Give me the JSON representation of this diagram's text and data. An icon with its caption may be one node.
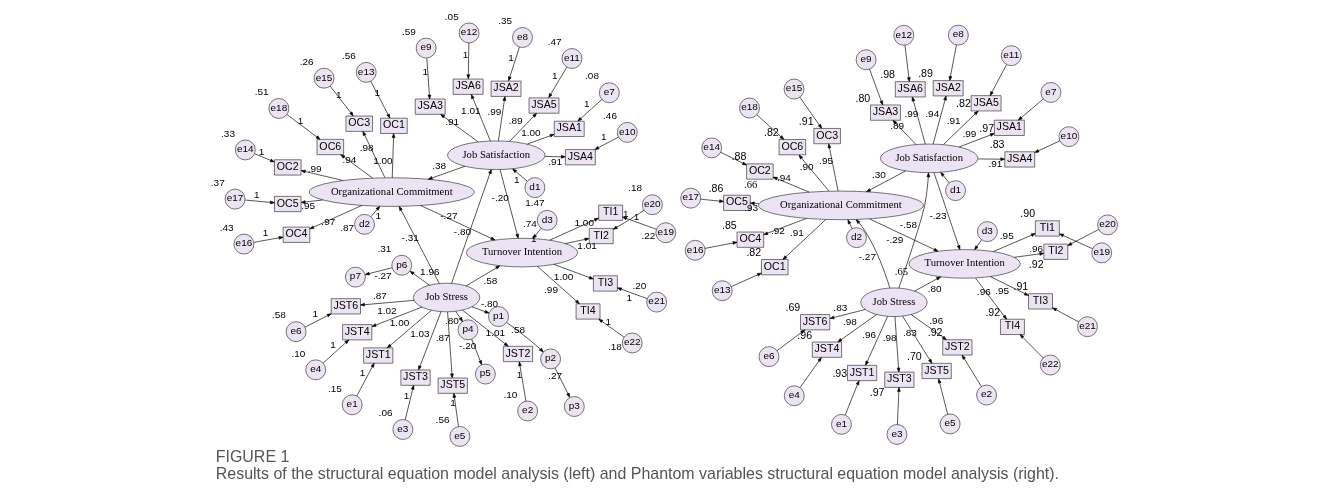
{
  "diagram": {
    "title": "FIGURE 1",
    "caption": "Results of the structural equation model analysis (left) and Phantom variables structural equation model analysis (right).",
    "nodes": [
      {
        "text": [
          "e1"
        ]
      },
      {
        "text": [
          "e2"
        ]
      },
      {
        "text": [
          "e3"
        ]
      },
      {
        "text": [
          "e4"
        ]
      },
      {
        "text": [
          "e5"
        ]
      },
      {
        "text": [
          "e6"
        ]
      },
      {
        "text": [
          "JST1"
        ],
        "beside": [
          ".93"
        ]
      },
      {
        "text": [
          "JST2"
        ],
        "beside": [
          ".92"
        ]
      },
      {
        "text": [
          "JST3"
        ],
        "beside": [
          ".97"
        ]
      },
      {
        "text": [
          "JST4"
        ],
        "beside": [
          ".96"
        ]
      },
      {
        "text": [
          "JST5"
        ],
        "beside": [
          ".70"
        ]
      },
      {
        "text": [
          "JST6"
        ],
        "beside": [
          ".69"
        ]
      },
      {
        "text": [
          "Job Stress"
        ]
      },
      {
        "text": [
          "e7"
        ]
      },
      {
        "text": [
          "e8"
        ]
      },
      {
        "text": [
          "e9"
        ]
      },
      {
        "text": [
          "e10"
        ]
      },
      {
        "text": [
          "e11"
        ]
      },
      {
        "text": [
          "e12"
        ]
      },
      {
        "text": [
          "JSA1"
        ],
        "beside": [
          ".97"
        ]
      },
      {
        "text": [
          "JSA2"
        ],
        "beside": [
          ".89"
        ]
      },
      {
        "text": [
          "JSA3"
        ],
        "beside": [
          ".80"
        ]
      },
      {
        "text": [
          "JSA4"
        ],
        "beside": [
          ".83"
        ]
      },
      {
        "text": [
          "JSA5"
        ],
        "beside": [
          ".82"
        ]
      },
      {
        "text": [
          "JSA6"
        ],
        "beside": [
          ".98"
        ]
      },
      {
        "text": [
          "Job Satisfaction"
        ]
      },
      {
        "text": [
          "d1"
        ]
      },
      {
        "text": [
          "Organizational Commitment"
        ],
        "beside": [
          ".66"
        ]
      },
      {
        "text": [
          "d2"
        ]
      },
      {
        "text": [
          "OC1"
        ],
        "beside": [
          ".82"
        ]
      },
      {
        "text": [
          "OC2"
        ],
        "beside": [
          ".88"
        ]
      },
      {
        "text": [
          "OC3"
        ],
        "beside": [
          ".91"
        ]
      },
      {
        "text": [
          "OC4"
        ],
        "beside": [
          ".85"
        ]
      },
      {
        "text": [
          "OC5"
        ],
        "beside": [
          ".86"
        ]
      },
      {
        "text": [
          "OC6"
        ],
        "beside": [
          ".82"
        ]
      },
      {
        "text": [
          "e13"
        ]
      },
      {
        "text": [
          "e14"
        ]
      },
      {
        "text": [
          "e15"
        ]
      },
      {
        "text": [
          "e16"
        ]
      },
      {
        "text": [
          "e17"
        ]
      },
      {
        "text": [
          "e18"
        ]
      },
      {
        "text": [
          "Turnover Intention"
        ],
        "beside": [
          ".65"
        ]
      },
      {
        "text": [
          "d3"
        ]
      },
      {
        "text": [
          "TI1"
        ],
        "beside": [
          ".90"
        ]
      },
      {
        "text": [
          "TI2"
        ],
        "beside": [
          ".92"
        ]
      },
      {
        "text": [
          "TI3"
        ],
        "beside": [
          ".91"
        ]
      },
      {
        "text": [
          "TI4"
        ],
        "beside": [
          ".92"
        ]
      },
      {
        "text": [
          "e19"
        ]
      },
      {
        "text": [
          "e20"
        ]
      },
      {
        "text": [
          "e21"
        ]
      },
      {
        "text": [
          "e22"
        ]
      },
      {
        "text": [
          "e1"
        ],
        "beside": [
          ".15"
        ]
      },
      {
        "text": [
          "e2"
        ],
        "beside": [
          ".10"
        ]
      },
      {
        "text": [
          "e3"
        ],
        "beside": [
          ".06"
        ]
      },
      {
        "text": [
          "e4"
        ],
        "beside": [
          ".10"
        ]
      },
      {
        "text": [
          "e5"
        ],
        "beside": [
          ".56"
        ]
      },
      {
        "text": [
          "e6"
        ],
        "beside": [
          ".58"
        ]
      },
      {
        "text": [
          "JST1"
        ]
      },
      {
        "text": [
          "JST2"
        ]
      },
      {
        "text": [
          "JST3"
        ]
      },
      {
        "text": [
          "JST4"
        ]
      },
      {
        "text": [
          "JST5"
        ]
      },
      {
        "text": [
          "JST6"
        ]
      },
      {
        "text": [
          "Job Stress"
        ]
      },
      {
        "text": [
          "e7"
        ],
        "beside": [
          ".08"
        ]
      },
      {
        "text": [
          "e8"
        ],
        "beside": [
          ".35"
        ]
      },
      {
        "text": [
          "e9"
        ],
        "beside": [
          ".59"
        ]
      },
      {
        "text": [
          "e10"
        ],
        "beside": [
          ".46"
        ]
      },
      {
        "text": [
          "e11"
        ],
        "beside": [
          ".47"
        ]
      },
      {
        "text": [
          "e12"
        ],
        "beside": [
          ".05"
        ]
      },
      {
        "text": [
          "JSA1"
        ]
      },
      {
        "text": [
          "JSA2"
        ]
      },
      {
        "text": [
          "JSA3"
        ]
      },
      {
        "text": [
          "JSA4"
        ]
      },
      {
        "text": [
          "JSA5"
        ]
      },
      {
        "text": [
          "JSA6"
        ]
      },
      {
        "text": [
          "Job Satisfaction"
        ]
      },
      {
        "text": [
          "d1"
        ],
        "beside": [
          "1.47"
        ]
      },
      {
        "text": [
          "Organizational Commitment"
        ]
      },
      {
        "text": [
          "d2"
        ],
        "beside": [
          ".87"
        ]
      },
      {
        "text": [
          "OC1"
        ]
      },
      {
        "text": [
          "OC2"
        ]
      },
      {
        "text": [
          "OC3"
        ]
      },
      {
        "text": [
          "OC4"
        ]
      },
      {
        "text": [
          "OC5"
        ]
      },
      {
        "text": [
          "OC6"
        ]
      },
      {
        "text": [
          "e13"
        ],
        "beside": [
          ".56"
        ]
      },
      {
        "text": [
          "e14"
        ],
        "beside": [
          ".33"
        ]
      },
      {
        "text": [
          "e15"
        ],
        "beside": [
          ".26"
        ]
      },
      {
        "text": [
          "e16"
        ],
        "beside": [
          ".43"
        ]
      },
      {
        "text": [
          "e17"
        ],
        "beside": [
          ".37"
        ]
      },
      {
        "text": [
          "e18"
        ],
        "beside": [
          ".51"
        ]
      },
      {
        "text": [
          "Turnover Intention"
        ]
      },
      {
        "text": [
          "d3"
        ],
        "beside": [
          ".74"
        ]
      },
      {
        "text": [
          "TI1"
        ]
      },
      {
        "text": [
          "TI2"
        ]
      },
      {
        "text": [
          "TI3"
        ]
      },
      {
        "text": [
          "TI4"
        ]
      },
      {
        "text": [
          "e19"
        ],
        "beside": [
          ".22"
        ]
      },
      {
        "text": [
          "e20"
        ],
        "beside": [
          ".18"
        ]
      },
      {
        "text": [
          "e21"
        ],
        "beside": [
          ".20"
        ]
      },
      {
        "text": [
          "e22"
        ],
        "beside": [
          ".18"
        ]
      },
      {
        "text": [
          "p1"
        ]
      },
      {
        "text": [
          "p2"
        ]
      },
      {
        "text": [
          "p3"
        ]
      },
      {
        "text": [
          "p4"
        ]
      },
      {
        "text": [
          "p5"
        ]
      },
      {
        "text": [
          "p6"
        ],
        "beside": [
          ".31"
        ]
      },
      {
        "text": [
          "p7"
        ]
      }
    ],
    "edges": [
      {
        "from": 0,
        "to": 6,
        "arrow": "to"
      },
      {
        "from": 1,
        "to": 7,
        "arrow": "to"
      },
      {
        "from": 2,
        "to": 8,
        "arrow": "to"
      },
      {
        "from": 3,
        "to": 9,
        "arrow": "to"
      },
      {
        "from": 4,
        "to": 10,
        "arrow": "to"
      },
      {
        "from": 5,
        "to": 11,
        "arrow": "to"
      },
      {
        "from": 12,
        "to": 6,
        "arrow": "to",
        "label": ".96"
      },
      {
        "from": 12,
        "to": 7,
        "arrow": "to",
        "label": ".96"
      },
      {
        "from": 12,
        "to": 8,
        "arrow": "to",
        "label": ".98"
      },
      {
        "from": 12,
        "to": 9,
        "arrow": "to",
        "label": ".98"
      },
      {
        "from": 12,
        "to": 10,
        "arrow": "to",
        "label": ".83"
      },
      {
        "from": 12,
        "to": 11,
        "arrow": "to",
        "label": ".83"
      },
      {
        "from": 13,
        "to": 19,
        "arrow": "to"
      },
      {
        "from": 14,
        "to": 20,
        "arrow": "to"
      },
      {
        "from": 15,
        "to": 21,
        "arrow": "to"
      },
      {
        "from": 16,
        "to": 22,
        "arrow": "to"
      },
      {
        "from": 17,
        "to": 23,
        "arrow": "to"
      },
      {
        "from": 18,
        "to": 24,
        "arrow": "to"
      },
      {
        "from": 25,
        "to": 19,
        "arrow": "to",
        "label": ".99"
      },
      {
        "from": 25,
        "to": 20,
        "arrow": "to",
        "label": ".94"
      },
      {
        "from": 25,
        "to": 21,
        "arrow": "to",
        "label": ".89"
      },
      {
        "from": 25,
        "to": 22,
        "arrow": "to",
        "label": ".91"
      },
      {
        "from": 25,
        "to": 23,
        "arrow": "to",
        "label": ".91"
      },
      {
        "from": 25,
        "to": 24,
        "arrow": "to",
        "label": ".99"
      },
      {
        "from": 26,
        "to": 25,
        "arrow": "to"
      },
      {
        "from": 12,
        "to": 25,
        "arrow": "to",
        "label": "-.58"
      },
      {
        "from": 12,
        "to": 27,
        "arrow": "to",
        "label": "-.27"
      },
      {
        "from": 12,
        "to": 41,
        "arrow": "to",
        "label": ".80"
      },
      {
        "from": 25,
        "to": 27,
        "arrow": "to",
        "label": ".30"
      },
      {
        "from": 25,
        "to": 41,
        "arrow": "to",
        "label": "-.23"
      },
      {
        "from": 27,
        "to": 41,
        "arrow": "to",
        "label": "-.29"
      },
      {
        "from": 28,
        "to": 27,
        "arrow": "to"
      },
      {
        "from": 27,
        "to": 29,
        "arrow": "to",
        "label": ".91"
      },
      {
        "from": 27,
        "to": 30,
        "arrow": "to",
        "label": ".94"
      },
      {
        "from": 27,
        "to": 31,
        "arrow": "to",
        "label": ".95"
      },
      {
        "from": 27,
        "to": 32,
        "arrow": "to",
        "label": ".92"
      },
      {
        "from": 27,
        "to": 33,
        "arrow": "to",
        "label": ".93"
      },
      {
        "from": 27,
        "to": 34,
        "arrow": "to",
        "label": ".90"
      },
      {
        "from": 35,
        "to": 29,
        "arrow": "to"
      },
      {
        "from": 36,
        "to": 30,
        "arrow": "to"
      },
      {
        "from": 37,
        "to": 31,
        "arrow": "to"
      },
      {
        "from": 38,
        "to": 32,
        "arrow": "to"
      },
      {
        "from": 39,
        "to": 33,
        "arrow": "to"
      },
      {
        "from": 40,
        "to": 34,
        "arrow": "to"
      },
      {
        "from": 42,
        "to": 41,
        "arrow": "to"
      },
      {
        "from": 41,
        "to": 43,
        "arrow": "to",
        "label": ".95"
      },
      {
        "from": 41,
        "to": 44,
        "arrow": "to",
        "label": ".96"
      },
      {
        "from": 41,
        "to": 45,
        "arrow": "to",
        "label": ".95"
      },
      {
        "from": 41,
        "to": 46,
        "arrow": "to",
        "label": ".96"
      },
      {
        "from": 47,
        "to": 43,
        "arrow": "to"
      },
      {
        "from": 48,
        "to": 44,
        "arrow": "to"
      },
      {
        "from": 49,
        "to": 45,
        "arrow": "to"
      },
      {
        "from": 50,
        "to": 46,
        "arrow": "to"
      },
      {
        "from": 51,
        "to": 57,
        "arrow": "to",
        "label": "1"
      },
      {
        "from": 52,
        "to": 58,
        "arrow": "to",
        "label": "1"
      },
      {
        "from": 53,
        "to": 59,
        "arrow": "to",
        "label": "1"
      },
      {
        "from": 54,
        "to": 60,
        "arrow": "to",
        "label": "1"
      },
      {
        "from": 55,
        "to": 61,
        "arrow": "to",
        "label": "1"
      },
      {
        "from": 56,
        "to": 62,
        "arrow": "to",
        "label": "1"
      },
      {
        "from": 63,
        "to": 57,
        "arrow": "to",
        "label": "1.00"
      },
      {
        "from": 63,
        "to": 58,
        "arrow": "to",
        "label": "1.01"
      },
      {
        "from": 63,
        "to": 59,
        "arrow": "to",
        "label": "1.03"
      },
      {
        "from": 63,
        "to": 60,
        "arrow": "to",
        "label": "1.02"
      },
      {
        "from": 63,
        "to": 61,
        "arrow": "to",
        "label": ".87"
      },
      {
        "from": 63,
        "to": 62,
        "arrow": "to",
        "label": ".87"
      },
      {
        "from": 64,
        "to": 70,
        "arrow": "to",
        "label": "1"
      },
      {
        "from": 65,
        "to": 71,
        "arrow": "to",
        "label": "1"
      },
      {
        "from": 66,
        "to": 72,
        "arrow": "to",
        "label": "1"
      },
      {
        "from": 67,
        "to": 73,
        "arrow": "to",
        "label": "1"
      },
      {
        "from": 68,
        "to": 74,
        "arrow": "to",
        "label": "1"
      },
      {
        "from": 69,
        "to": 75,
        "arrow": "to",
        "label": "1"
      },
      {
        "from": 76,
        "to": 70,
        "arrow": "to",
        "label": "1.00"
      },
      {
        "from": 76,
        "to": 71,
        "arrow": "to",
        "label": ".99"
      },
      {
        "from": 76,
        "to": 72,
        "arrow": "to",
        "label": ".91"
      },
      {
        "from": 76,
        "to": 73,
        "arrow": "to",
        "label": ".91"
      },
      {
        "from": 76,
        "to": 74,
        "arrow": "to",
        "label": ".89"
      },
      {
        "from": 76,
        "to": 75,
        "arrow": "to",
        "label": "1.01"
      },
      {
        "from": 77,
        "to": 76,
        "arrow": "to",
        "label": "1"
      },
      {
        "from": 63,
        "to": 76,
        "arrow": "to",
        "label": "-.80"
      },
      {
        "from": 63,
        "to": 78,
        "arrow": "to",
        "label": "-.31"
      },
      {
        "from": 63,
        "to": 92,
        "arrow": "to",
        "label": ".58"
      },
      {
        "from": 76,
        "to": 78,
        "arrow": "to",
        "label": ".38"
      },
      {
        "from": 76,
        "to": 92,
        "arrow": "to",
        "label": "-.20"
      },
      {
        "from": 78,
        "to": 92,
        "arrow": "to",
        "label": "-.27"
      },
      {
        "from": 79,
        "to": 78,
        "arrow": "to",
        "label": "1"
      },
      {
        "from": 78,
        "to": 80,
        "arrow": "to",
        "label": "1.00"
      },
      {
        "from": 78,
        "to": 81,
        "arrow": "to",
        "label": ".99"
      },
      {
        "from": 78,
        "to": 82,
        "arrow": "to",
        "label": ".98"
      },
      {
        "from": 78,
        "to": 83,
        "arrow": "to",
        "label": ".97"
      },
      {
        "from": 78,
        "to": 84,
        "arrow": "to",
        "label": ".95"
      },
      {
        "from": 78,
        "to": 85,
        "arrow": "to",
        "label": ".94"
      },
      {
        "from": 86,
        "to": 80,
        "arrow": "to",
        "label": "1"
      },
      {
        "from": 87,
        "to": 81,
        "arrow": "to",
        "label": "1"
      },
      {
        "from": 88,
        "to": 82,
        "arrow": "to",
        "label": "1"
      },
      {
        "from": 89,
        "to": 83,
        "arrow": "to",
        "label": "1"
      },
      {
        "from": 90,
        "to": 84,
        "arrow": "to",
        "label": "1"
      },
      {
        "from": 91,
        "to": 85,
        "arrow": "to",
        "label": "1"
      },
      {
        "from": 93,
        "to": 92,
        "arrow": "to",
        "label": "1"
      },
      {
        "from": 92,
        "to": 94,
        "arrow": "to",
        "label": "1.00"
      },
      {
        "from": 92,
        "to": 95,
        "arrow": "to",
        "label": "1.01"
      },
      {
        "from": 92,
        "to": 96,
        "arrow": "to",
        "label": "1.00"
      },
      {
        "from": 92,
        "to": 97,
        "arrow": "to",
        "label": ".99"
      },
      {
        "from": 98,
        "to": 94,
        "arrow": "to",
        "label": "1"
      },
      {
        "from": 99,
        "to": 95,
        "arrow": "to",
        "label": "1"
      },
      {
        "from": 100,
        "to": 96,
        "arrow": "to",
        "label": "1"
      },
      {
        "from": 101,
        "to": 97,
        "arrow": "to",
        "label": "1"
      },
      {
        "from": 63,
        "to": 102,
        "arrow": "to",
        "label": "-.80"
      },
      {
        "from": 102,
        "to": 103,
        "arrow": "to",
        "label": ".58"
      },
      {
        "from": 103,
        "to": 104,
        "arrow": "to",
        "label": ".27"
      },
      {
        "from": 63,
        "to": 105,
        "arrow": "to",
        "label": ".80"
      },
      {
        "from": 105,
        "to": 106,
        "arrow": "to",
        "label": "-.20"
      },
      {
        "from": 63,
        "to": 107,
        "arrow": "to",
        "label": "1.96"
      },
      {
        "from": 107,
        "to": 108,
        "arrow": "to",
        "label": "-.27"
      }
    ]
  }
}
